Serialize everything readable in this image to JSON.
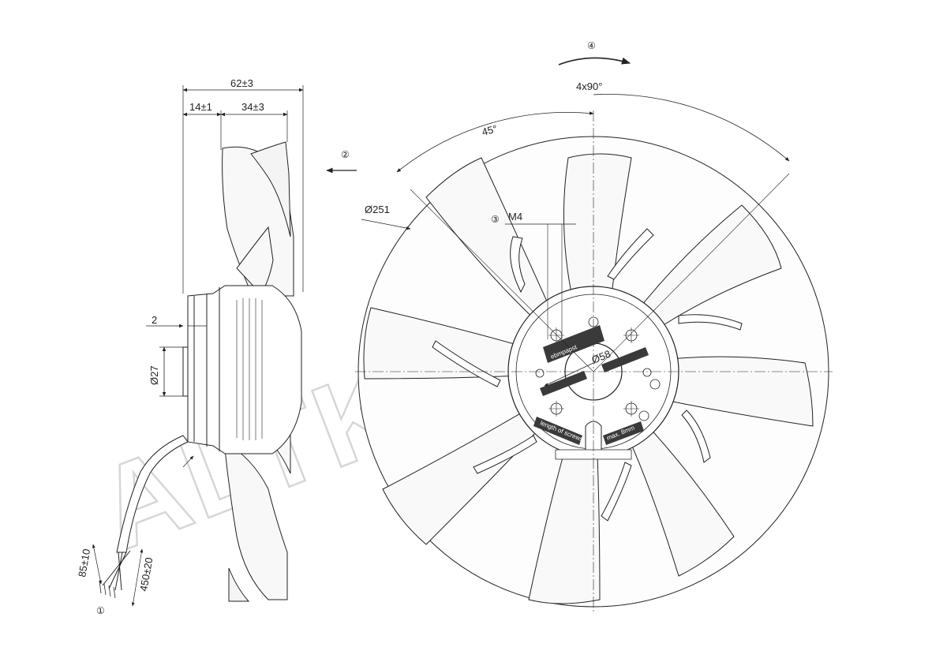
{
  "watermark": "ALTKAPDY",
  "side_view": {
    "dim_total_width": "62±3",
    "dim_hub": "14±1",
    "dim_blade": "34±3",
    "dim_flange": "2",
    "dim_hub_dia": "Ø27",
    "dim_lead_short": "85±10",
    "dim_lead_long": "450±20"
  },
  "front_view": {
    "dim_outer_dia": "Ø251",
    "dim_hub_bore": "Ø58",
    "angle_label": "45°",
    "mounting_pattern": "4x90°",
    "thread_label": "M4",
    "hub_label_brand": "ebmpapst",
    "hub_label_plate_left": "length of screws",
    "hub_label_plate_right": "max. 8mm"
  },
  "callouts": {
    "c1": "①",
    "c2": "②",
    "c3": "③",
    "c4": "④"
  },
  "colors": {
    "line": "#222222",
    "blade_fill": "#f7f7f7",
    "watermark": "#d6d6d6",
    "plate": "#3a3a3a"
  }
}
